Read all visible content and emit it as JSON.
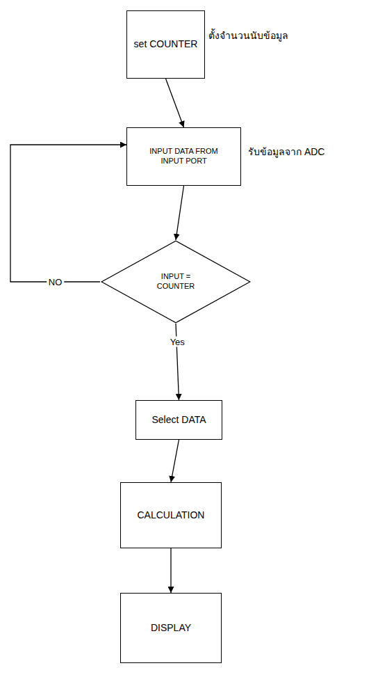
{
  "diagram": {
    "nodes": [
      {
        "text": [
          "set COUNTER"
        ]
      },
      {
        "text": [
          "INPUT DATA FROM INPUT PORT"
        ]
      },
      {
        "text": [
          "INPUT = COUNTER"
        ]
      },
      {
        "text": [
          "Select DATA"
        ]
      },
      {
        "text": [
          "CALCULATION"
        ]
      },
      {
        "text": [
          "DISPLAY"
        ]
      }
    ],
    "edges": [
      {
        "from": 0,
        "to": 1,
        "arrow": "to"
      },
      {
        "from": 1,
        "to": 2,
        "arrow": "to"
      },
      {
        "from": 2,
        "to": 1,
        "label": "NO",
        "arrow": "to"
      },
      {
        "from": 2,
        "to": 3,
        "label": "Yes",
        "arrow": "to"
      },
      {
        "from": 3,
        "to": 4,
        "arrow": "to"
      },
      {
        "from": 4,
        "to": 5,
        "arrow": "to"
      }
    ],
    "labels": [
      "ตั้งจำนวนนับข้อมูล",
      "รับข้อมูลจาก ADC"
    ]
  }
}
